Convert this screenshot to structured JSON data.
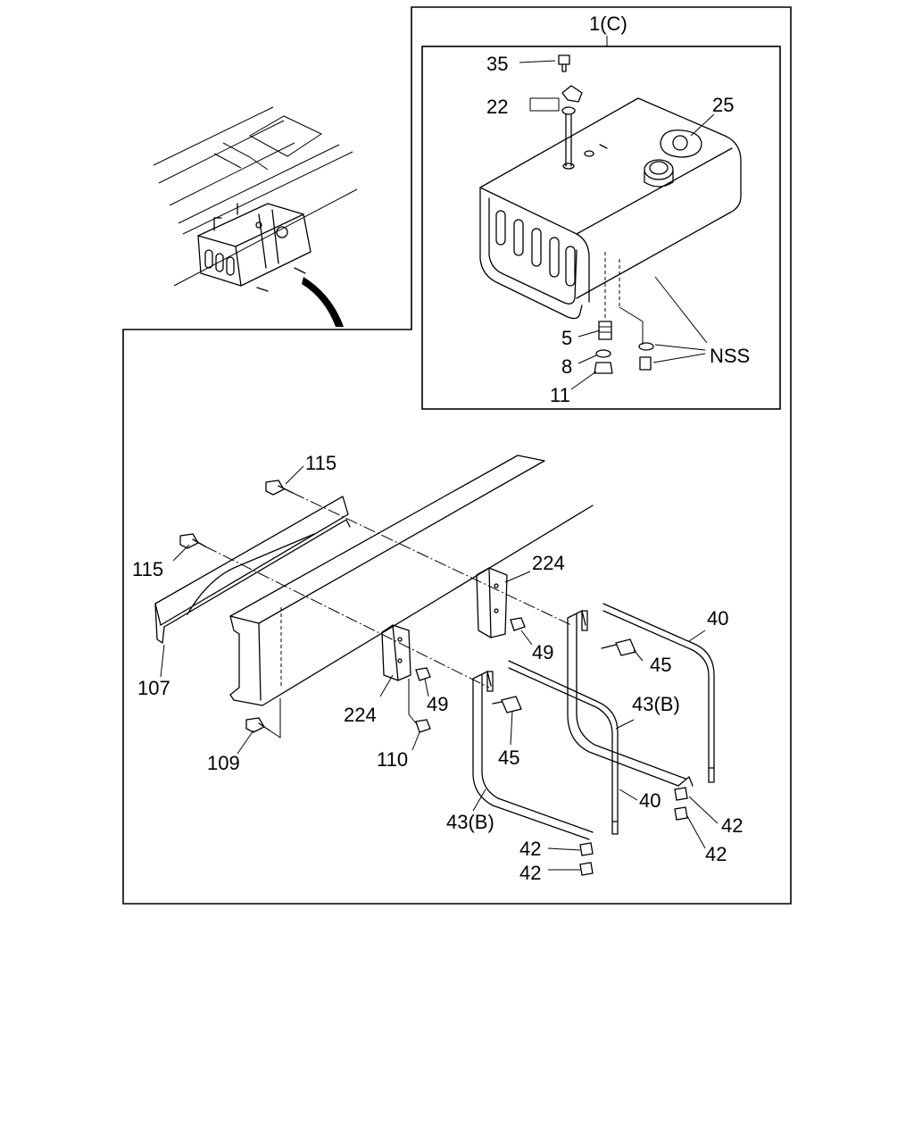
{
  "labels": {
    "assembly": "1(C)",
    "p35": "35",
    "p22": "22",
    "p25": "25",
    "p5": "5",
    "p8": "8",
    "p11": "11",
    "nss": "NSS",
    "p115a": "115",
    "p115b": "115",
    "p107": "107",
    "p109": "109",
    "p110": "110",
    "p224a": "224",
    "p224b": "224",
    "p49a": "49",
    "p49b": "49",
    "p45a": "45",
    "p45b": "45",
    "p40a": "40",
    "p40b": "40",
    "p43a": "43(B)",
    "p43b": "43(B)",
    "p42a": "42",
    "p42b": "42",
    "p42c": "42",
    "p42d": "42"
  }
}
